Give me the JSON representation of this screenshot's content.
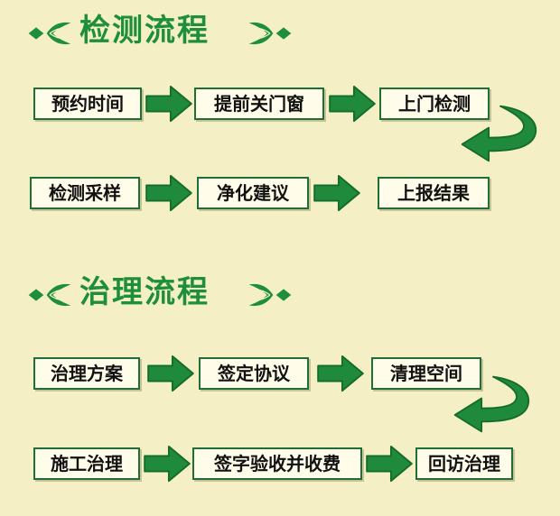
{
  "sections": [
    {
      "title": "检测流程",
      "rows": [
        [
          "预约时间",
          "提前关门窗",
          "上门检测"
        ],
        [
          "检测采样",
          "净化建议",
          "上报结果"
        ]
      ]
    },
    {
      "title": "治理流程",
      "rows": [
        [
          "治理方案",
          "签定协议",
          "清理空间"
        ],
        [
          "施工治理",
          "签字验收并收费",
          "回访治理"
        ]
      ]
    }
  ],
  "colors": {
    "background": "#f4efc4",
    "accent": "#1d8f3b",
    "box_border": "#1f6e35",
    "box_fill": "#fffcea"
  }
}
